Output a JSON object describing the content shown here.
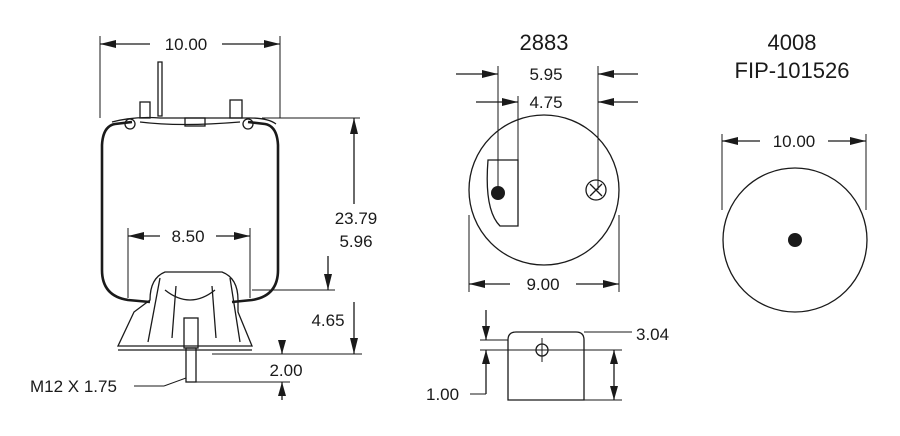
{
  "side_view": {
    "top_width": "10.00",
    "height_max": "23.79",
    "height_min": "5.96",
    "piston_width": "8.50",
    "piston_height": "4.65",
    "stud_length": "2.00",
    "stud_thread": "M12 X 1.75"
  },
  "top_plate": {
    "part_number": "2883",
    "outer_spacing": "5.95",
    "inner_spacing": "4.75",
    "diameter": "9.00"
  },
  "bracket": {
    "height": "3.04",
    "offset": "1.00"
  },
  "bottom_plate": {
    "part_number": "4008",
    "fip_number": "FIP-101526",
    "diameter": "10.00"
  }
}
